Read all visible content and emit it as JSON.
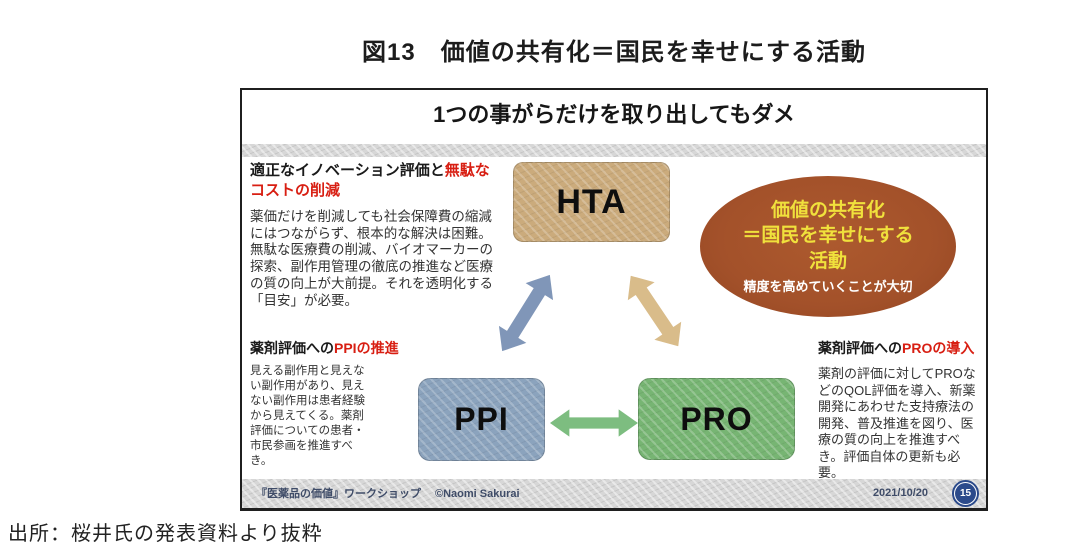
{
  "figure": {
    "caption": "図13　価値の共有化＝国民を幸せにする活動",
    "source": "出所：桜井氏の発表資料より抜粋"
  },
  "slide": {
    "header": "1つの事がらだけを取り出してもダメ",
    "sections": {
      "hta": {
        "heading_black": "適正なイノベーション評価と",
        "heading_red": "無駄なコストの削減",
        "body": "薬価だけを削減しても社会保障費の縮減にはつながらず、根本的な解決は困難。無駄な医療費の削減、バイオマーカーの探索、副作用管理の徹底の推進など医療の質の向上が大前提。それを透明化する「目安」が必要。"
      },
      "ppi": {
        "heading_black": "薬剤評価への",
        "heading_red": "PPIの推進",
        "body": "見える副作用と見えない副作用があり、見えない副作用は患者経験から見えてくる。薬剤評価についての患者・市民参画を推進すべき。"
      },
      "pro": {
        "heading_black": "薬剤評価への",
        "heading_red": "PROの導入",
        "body": "薬剤の評価に対してPROなどのQOL評価を導入、新薬開発にあわせた支持療法の開発、普及推進を図り、医療の質の向上を推進すべき。評価自体の更新も必要。"
      }
    },
    "boxes": {
      "hta": "HTA",
      "ppi": "PPI",
      "pro": "PRO"
    },
    "ellipse": {
      "line1": "価値の共有化",
      "line2": "＝国民を幸せにする",
      "line3": "活動",
      "subtitle": "精度を高めていくことが大切"
    },
    "footer": {
      "workshop": "『医薬品の価値』ワークショップ",
      "copyright": "©Naomi Sakurai",
      "date": "2021/10/20",
      "page": "15"
    }
  },
  "colors": {
    "hta_box": "#cbab7c",
    "ppi_box": "#8ba3bd",
    "pro_box": "#77b573",
    "ellipse_fill": "#a3512a",
    "ellipse_title": "#f0e13c",
    "ellipse_subtitle": "#ffffff",
    "heading_red": "#d81e12",
    "arrow_hta_ppi": "#8096b8",
    "arrow_hta_pro": "#d9bc8a",
    "arrow_ppi_pro": "#7dbd80",
    "page_badge": "#2b4a8b"
  }
}
